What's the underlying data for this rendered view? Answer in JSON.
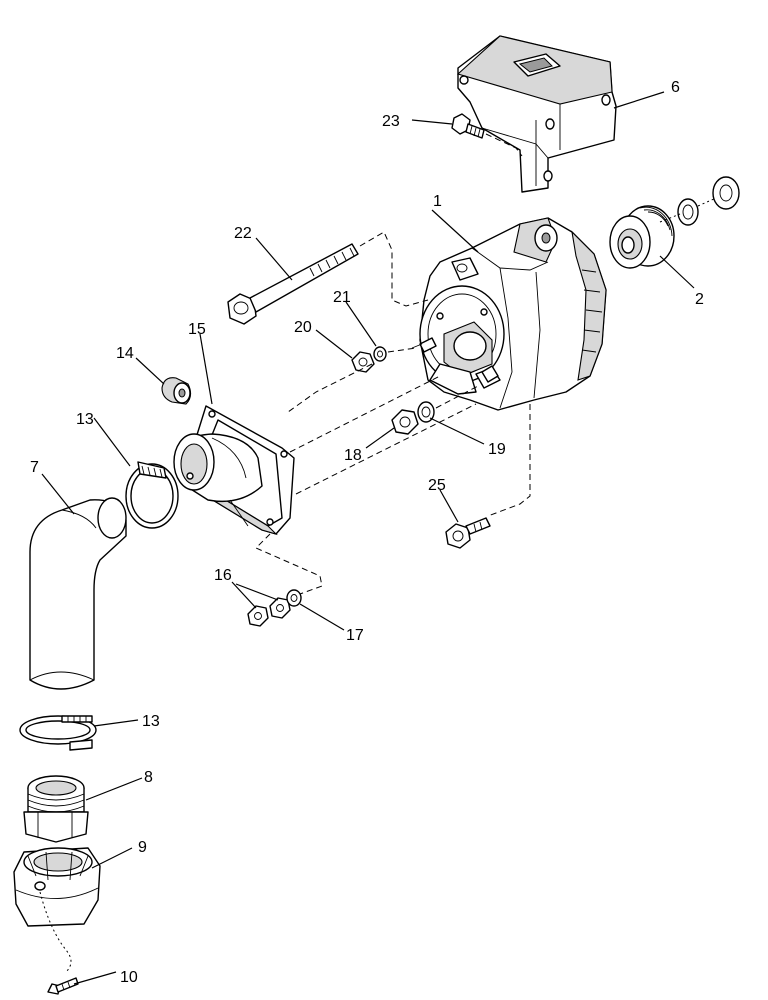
{
  "labels": {
    "l1": "1",
    "l2": "2",
    "l6": "6",
    "l7": "7",
    "l8": "8",
    "l9": "9",
    "l10": "10",
    "l13a": "13",
    "l13b": "13",
    "l14": "14",
    "l15": "15",
    "l16": "16",
    "l17": "17",
    "l18": "18",
    "l19": "19",
    "l20": "20",
    "l21": "21",
    "l22": "22",
    "l23": "23",
    "l25": "25"
  }
}
